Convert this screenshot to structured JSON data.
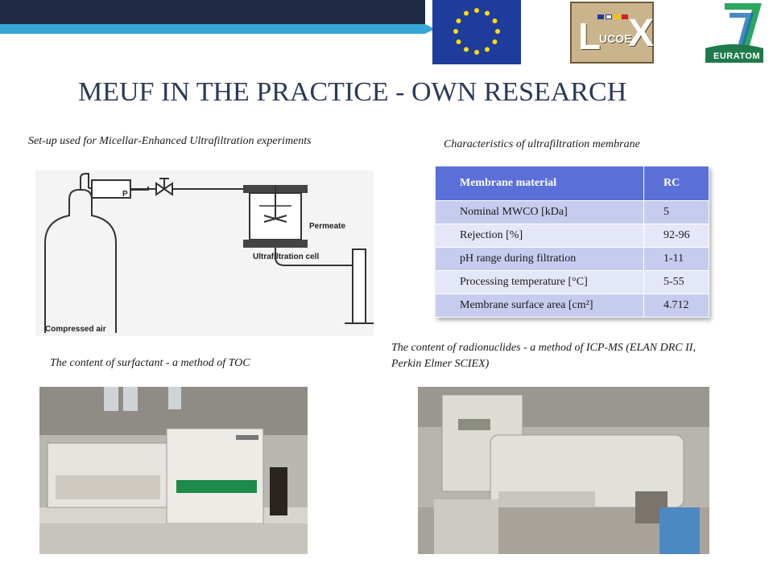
{
  "header": {
    "title": "MEUF IN THE PRACTICE - OWN RESEARCH",
    "logos": {
      "eu_flag": "eu-flag",
      "lucoex_text_left": "L",
      "lucoex_text_mid": "UCOE",
      "lucoex_text_right": "X",
      "euratom_label": "EURATOM"
    }
  },
  "captions": {
    "setup": "Set-up used for Micellar-Enhanced Ultrafiltration experiments",
    "membrane": "Characteristics of ultrafiltration membrane",
    "toc": "The content of surfactant - a method of TOC",
    "icp": "The content of radionuclides - a method of ICP-MS (ELAN DRC II, Perkin Elmer SCIEX)"
  },
  "diagram": {
    "pressure_label": "P",
    "permeate_label": "Permeate",
    "cell_label": "Ultrafiltration cell",
    "tank_label": "Compressed air"
  },
  "membrane_table": {
    "header": [
      "Membrane material",
      "RC"
    ],
    "rows": [
      [
        "Nominal MWCO [kDa]",
        "5"
      ],
      [
        "Rejection [%]",
        "92-96"
      ],
      [
        "pH range during filtration",
        "1-11"
      ],
      [
        "Processing temperature [°C]",
        "5-55"
      ],
      [
        "Membrane surface area [cm²]",
        "4.712"
      ]
    ]
  },
  "colors": {
    "title": "#2b3a57",
    "topbar_dark": "#1f2a44",
    "topbar_blue": "#35a6d8",
    "table_header": "#5b6fd8",
    "table_row_odd": "#c7ccef",
    "table_row_even": "#e4e7f7"
  }
}
